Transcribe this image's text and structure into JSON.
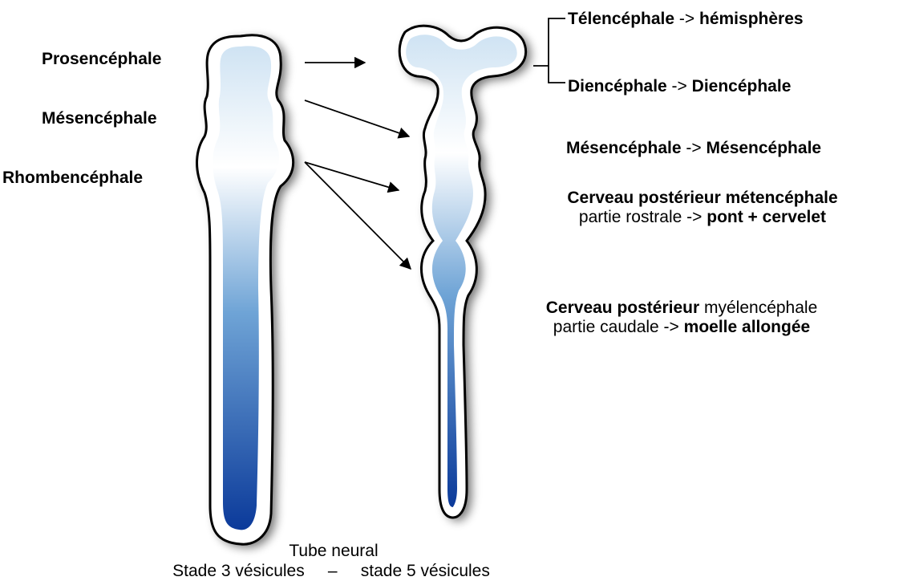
{
  "colors": {
    "outline": "#000000",
    "tube_light": "#cfe3f3",
    "tube_mid": "#6fa4d6",
    "tube_dark": "#0b3a9a",
    "background": "#ffffff"
  },
  "left_labels": {
    "prosencephale": "Prosencéphale",
    "mesencephale": "Mésencéphale",
    "rhombencephale": "Rhombencéphale"
  },
  "right_labels": {
    "telencephale": {
      "name": "Télencéphale",
      "arrow": " -> ",
      "result": "hémisphères"
    },
    "diencephale": {
      "name": "Diencéphale",
      "arrow": " -> ",
      "result": "Diencéphale"
    },
    "mesencephale": {
      "name": "Mésencéphale",
      "arrow": " -> ",
      "result": "Mésencéphale"
    },
    "metencephale": {
      "line1_bold": "Cerveau postérieur métencéphale",
      "line2_prefix": "partie rostrale -> ",
      "line2_bold": "pont + cervelet"
    },
    "myelencephale": {
      "line1_bold": "Cerveau postérieur",
      "line1_rest": " myélencéphale",
      "line2_prefix": "partie caudale -> ",
      "line2_bold": "moelle allongée"
    }
  },
  "caption": {
    "line1": "Tube neural",
    "line2": "Stade 3 vésicules     –     stade 5 vésicules"
  }
}
